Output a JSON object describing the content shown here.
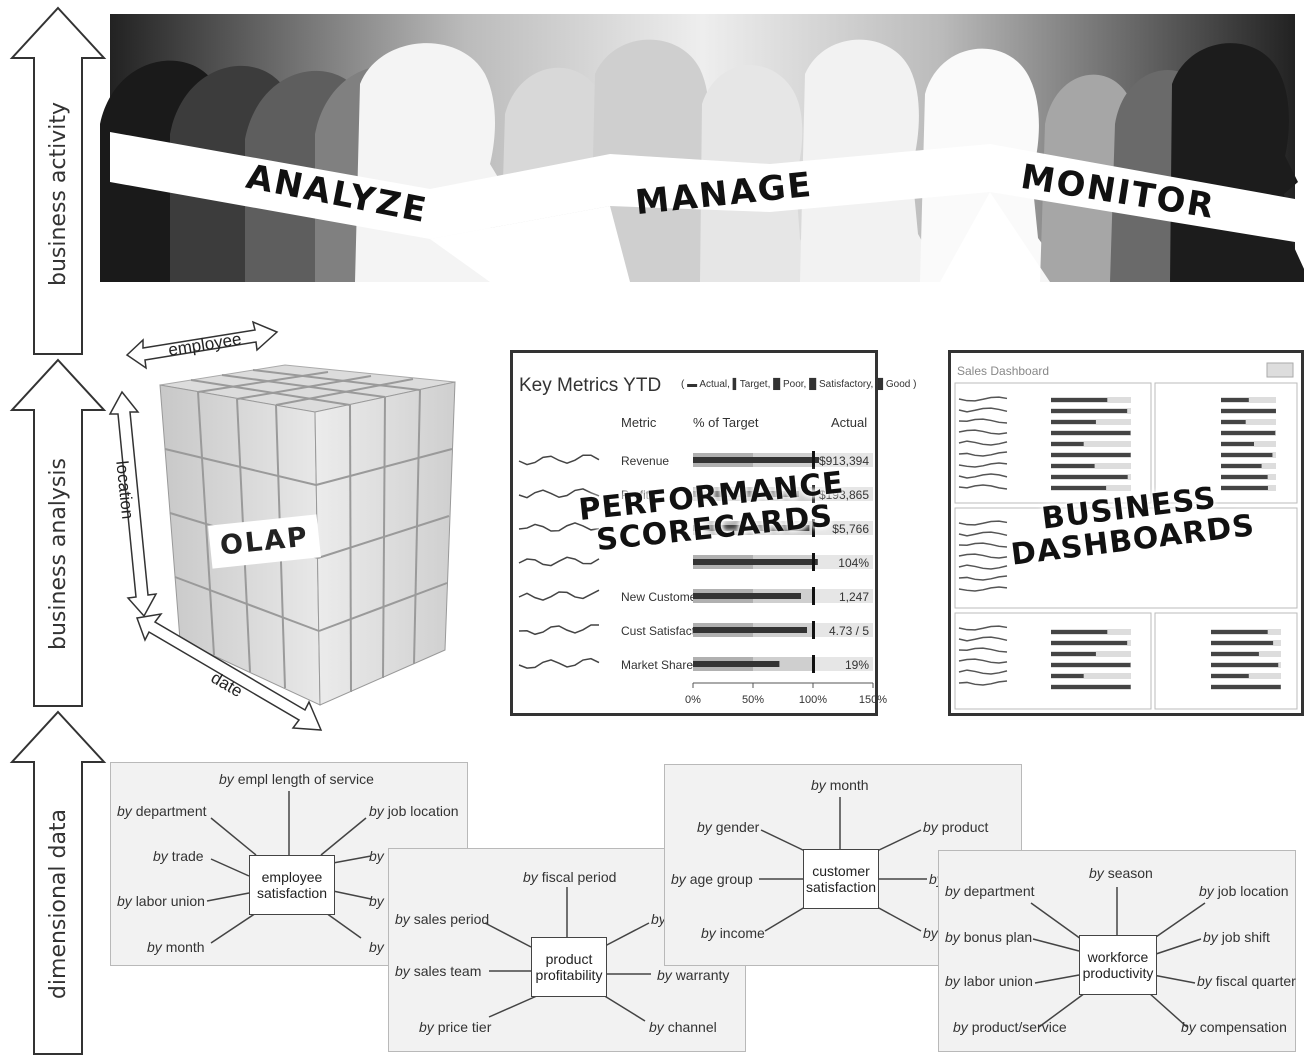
{
  "levels": [
    {
      "label": "business activity"
    },
    {
      "label": "business analysis"
    },
    {
      "label": "dimensional data"
    }
  ],
  "activities": [
    "ANALYZE",
    "MANAGE",
    "MONITOR"
  ],
  "olap": {
    "label": "OLAP",
    "axes": {
      "employee": "employee",
      "location": "location",
      "date": "date"
    }
  },
  "scorecard": {
    "overlay": [
      "PERFORMANCE",
      "SCORECARDS"
    ],
    "title": "Key Metrics YTD",
    "legend": "( ▬ Actual, ▌Target, █ Poor, █ Satisfactory, █ Good )",
    "headers": {
      "metric": "Metric",
      "pct": "% of Target",
      "actual": "Actual"
    },
    "rows": [
      {
        "metric": "Revenue",
        "actual": "$913,394",
        "value": 105,
        "target": 100
      },
      {
        "metric": "Profit",
        "actual": "$193,865",
        "value": 88,
        "target": 100
      },
      {
        "metric": "",
        "actual": "$5,766",
        "value": 97,
        "target": 100
      },
      {
        "metric": "",
        "actual": "104%",
        "value": 104,
        "target": 100
      },
      {
        "metric": "New Customers",
        "actual": "1,247",
        "value": 90,
        "target": 100
      },
      {
        "metric": "Cust Satisfaction",
        "actual": "4.73 / 5",
        "value": 95,
        "target": 100
      },
      {
        "metric": "Market Share",
        "actual": "19%",
        "value": 72,
        "target": 100
      }
    ],
    "axis_ticks": [
      "0%",
      "50%",
      "100%",
      "150%"
    ]
  },
  "dashboard": {
    "overlay": [
      "BUSINESS",
      "DASHBOARDS"
    ],
    "title": "Sales Dashboard"
  },
  "cards": [
    {
      "center": "employee satisfaction",
      "dims": [
        "empl length of service",
        "department",
        "job location",
        "trade",
        "labor union",
        "month",
        "",
        "",
        ""
      ],
      "by": "by"
    },
    {
      "center": "product profitability",
      "dims": [
        "fiscal period",
        "sales period",
        "sales team",
        "price tier",
        "warranty",
        "channel",
        ""
      ],
      "by": "by"
    },
    {
      "center": "customer satisfaction",
      "dims": [
        "month",
        "gender",
        "product",
        "age group",
        "income",
        "",
        ""
      ],
      "by": "by"
    },
    {
      "center": "workforce productivity",
      "dims": [
        "season",
        "department",
        "job location",
        "bonus plan",
        "job shift",
        "labor union",
        "fiscal quarter",
        "product/service",
        "compensation"
      ],
      "by": "by"
    }
  ]
}
